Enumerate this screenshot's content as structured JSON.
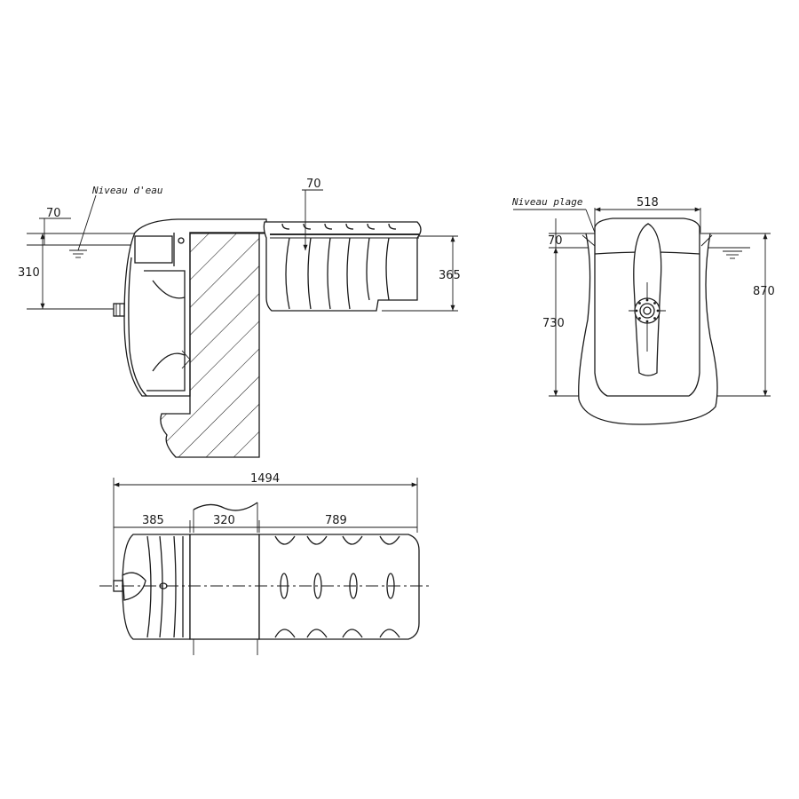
{
  "labels": {
    "water_level": "Niveau d'eau",
    "beach_level": "Niveau plage"
  },
  "dimensions": {
    "side_top_offset": "70",
    "side_water_depth": "310",
    "side_lid_offset": "70",
    "side_tank_height": "365",
    "front_width": "518",
    "front_top_offset": "70",
    "front_inner_height": "730",
    "front_total_height": "870",
    "plan_total_length": "1494",
    "plan_skimmer_length": "385",
    "plan_wall_length": "320",
    "plan_tank_length": "789"
  }
}
